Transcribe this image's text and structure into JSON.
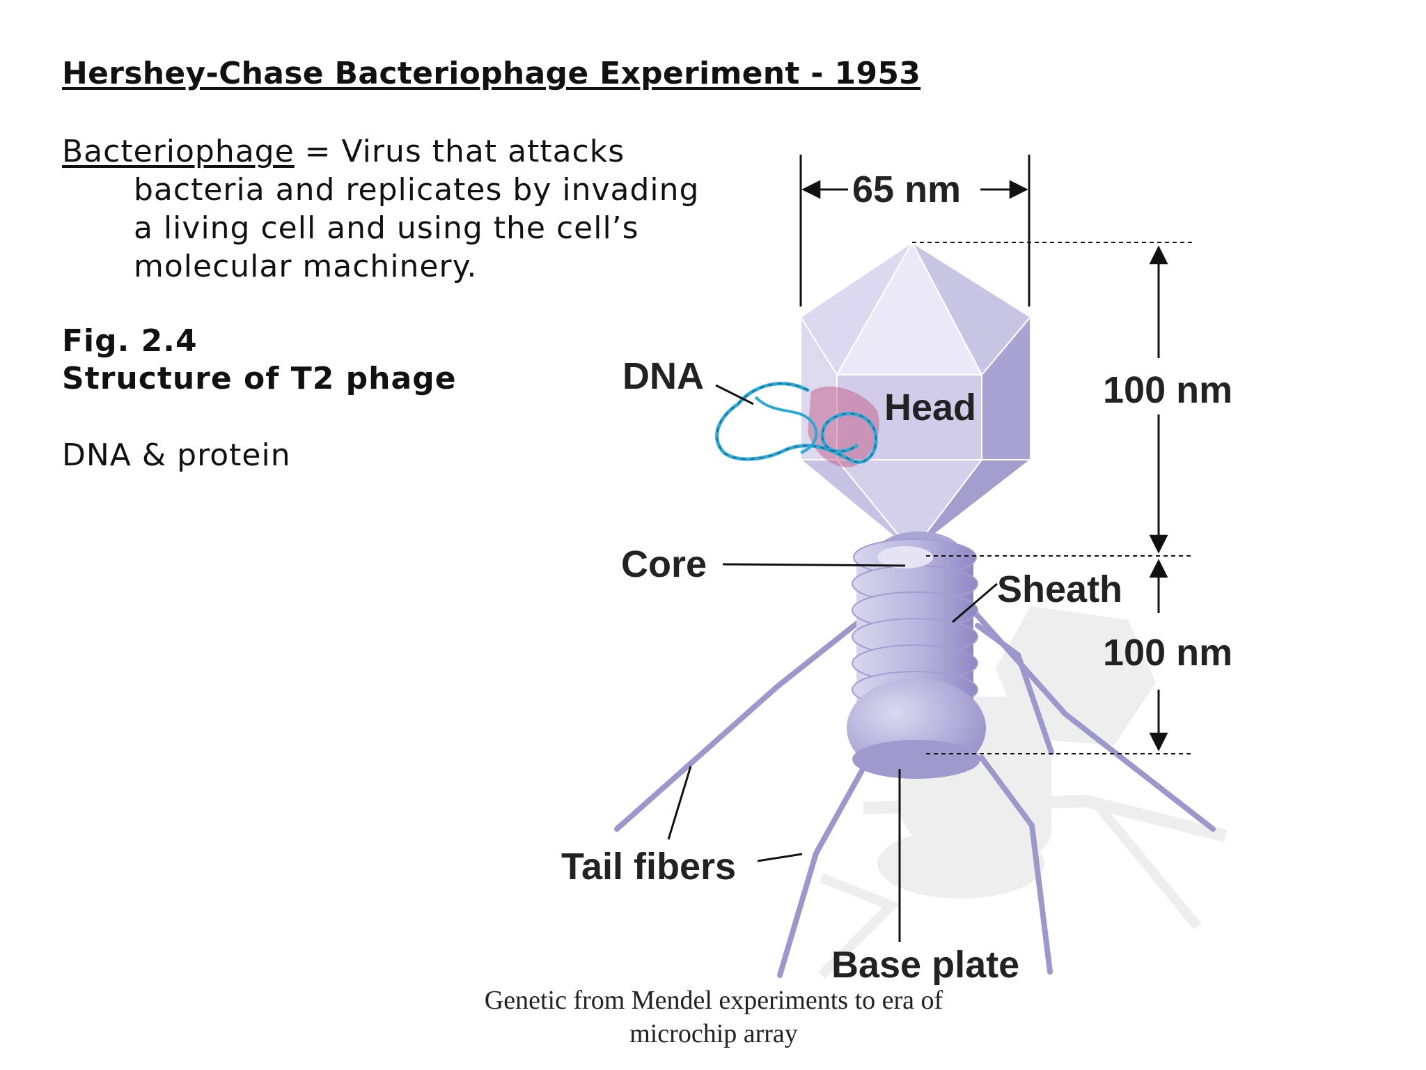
{
  "slide": {
    "title": "Hershey-Chase Bacteriophage Experiment - 1953",
    "definition": {
      "term": "Bacteriophage",
      "text": " = Virus that attacks bacteria and replicates by invading a living cell and using the cell’s molecular machinery."
    },
    "figure_number": "Fig. 2.4",
    "figure_title": "Structure of T2 phage",
    "note": "DNA & protein",
    "credit": "Genetic from Mendel experiments to era of microchip array"
  },
  "diagram": {
    "labels": {
      "dna": "DNA",
      "head": "Head",
      "core": "Core",
      "sheath": "Sheath",
      "tail_fibers": "Tail fibers",
      "base_plate": "Base plate"
    },
    "dimensions": {
      "width": "65 nm",
      "head_height": "100 nm",
      "tail_height": "100 nm"
    },
    "colors": {
      "phage_body": "#c3bfe0",
      "tail_fibers": "#9c98cc",
      "dna": "#2aa9d6",
      "dna_in_head": "#c0507a",
      "shadow": "#eeeeee"
    }
  }
}
